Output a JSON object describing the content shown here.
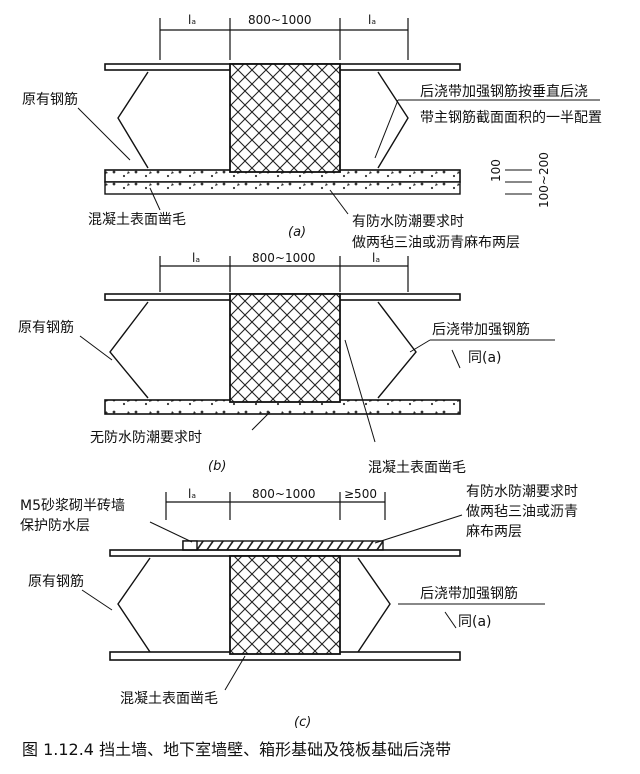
{
  "colors": {
    "ink": "#111111",
    "hatch": "#222222",
    "paper": "#ffffff"
  },
  "caption": "图 1.12.4  挡土墙、地下室墙壁、箱形基础及筏板基础后浇带",
  "panel_a": {
    "sub_label": "(a)",
    "dim_left": "lₐ",
    "dim_mid": "800~1000",
    "dim_right": "lₐ",
    "label_rebar": "原有钢筋",
    "label_rough": "混凝土表面凿毛",
    "label_reinforce_1": "后浇带加强钢筋按垂直后浇",
    "label_reinforce_2": "带主钢筋截面面积的一半配置",
    "label_waterproof_1": "有防水防潮要求时",
    "label_waterproof_2": "做两毡三油或沥青麻布两层",
    "side_dim_1": "100",
    "side_dim_2": "100~200"
  },
  "panel_b": {
    "sub_label": "(b)",
    "dim_left": "lₐ",
    "dim_mid": "800~1000",
    "dim_right": "lₐ",
    "label_rebar": "原有钢筋",
    "label_reinforce_1": "后浇带加强钢筋",
    "label_reinforce_2": "同(a)",
    "label_no_waterproof": "无防水防潮要求时",
    "label_rough": "混凝土表面凿毛"
  },
  "panel_c": {
    "sub_label": "(c)",
    "dim_left": "lₐ",
    "dim_mid": "800~1000",
    "dim_right": "≥500",
    "label_ms_1": "M5砂浆砌半砖墙",
    "label_ms_2": "保护防水层",
    "label_waterproof_1": "有防水防潮要求时",
    "label_waterproof_2": "做两毡三油或沥青",
    "label_waterproof_3": "麻布两层",
    "label_rebar": "原有钢筋",
    "label_reinforce_1": "后浇带加强钢筋",
    "label_reinforce_2": "同(a)",
    "label_rough": "混凝土表面凿毛"
  }
}
